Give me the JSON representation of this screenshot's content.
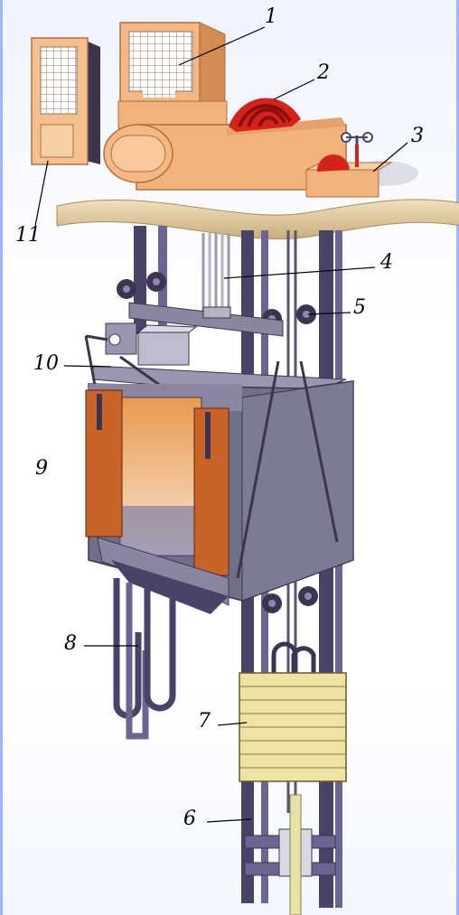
{
  "labels": {
    "l1": "1",
    "l2": "2",
    "l3": "3",
    "l4": "4",
    "l5": "5",
    "l6": "6",
    "l7": "7",
    "l8": "8",
    "l9": "9",
    "l10": "10",
    "l11": "11"
  },
  "colors": {
    "rail": "#4a4368",
    "rail_light": "#6b6591",
    "cab_body": "#6f6f8a",
    "cab_door": "#c8632a",
    "cab_inner": "#f0a050",
    "machine": "#f2b27a",
    "machine_dark": "#d48c52",
    "sheave": "#d3241b",
    "counterweight": "#eee3a3",
    "floor_band": "#d9c49a"
  }
}
